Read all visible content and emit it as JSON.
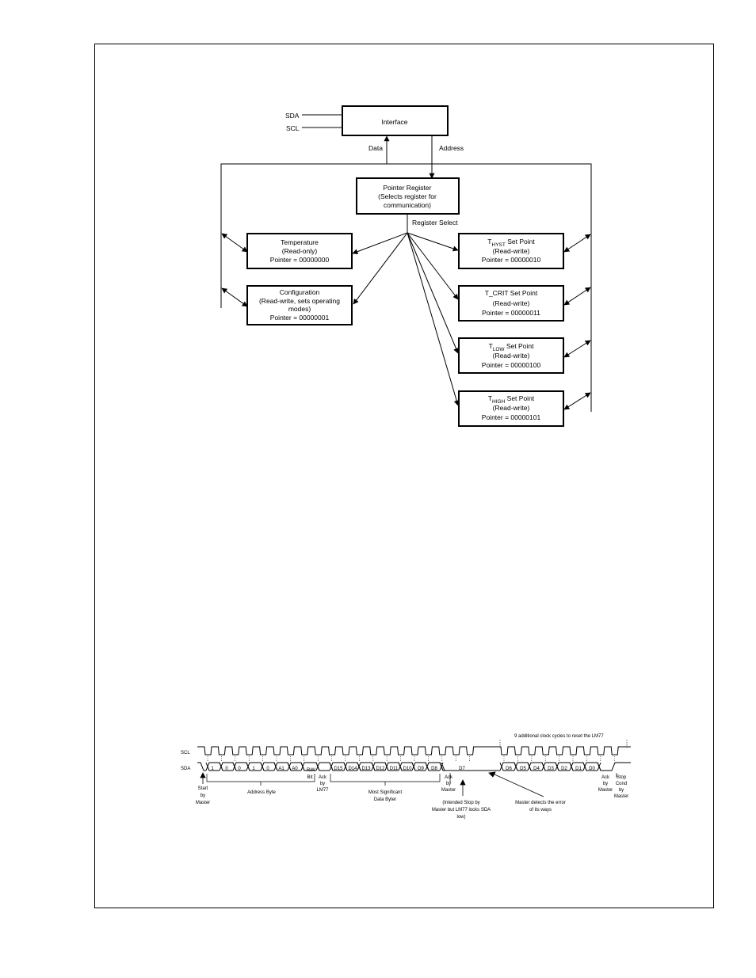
{
  "block_diagram": {
    "pins": {
      "sda": "SDA",
      "scl": "SCL"
    },
    "interface": "Interface",
    "data_label": "Data",
    "address_label": "Address",
    "pointer_register": [
      "Pointer Register",
      "(Selects register for",
      "communication)"
    ],
    "register_select": "Register Select",
    "temperature": [
      "Temperature",
      "(Read-only)",
      "Pointer = 00000000"
    ],
    "configuration": [
      "Configuration",
      "(Read-write, sets operating",
      "modes)",
      "Pointer = 00000001"
    ],
    "thyst": {
      "t": "T",
      "sub": "HYST",
      "rest": " Set Point",
      "line2": "(Read-write)",
      "line3": "Pointer = 00000010"
    },
    "tcrit": [
      "T_CRIT Set Point",
      "(Read-write)",
      "Pointer = 00000011"
    ],
    "tlow": {
      "t": "T",
      "sub": "LOW",
      "rest": " Set Point",
      "line2": "(Read-write)",
      "line3": "Pointer = 00000100"
    },
    "thigh": {
      "t": "T",
      "sub": "HIGH",
      "rest": " Set Point",
      "line2": "(Read-write)",
      "line3": "Pointer = 00000101"
    }
  },
  "timing": {
    "header": "9 additional clock cycles to reset the LM77",
    "scl": "SCL",
    "sda": "SDA",
    "addr_bits": [
      "1",
      "0",
      "0",
      "1",
      "0",
      "A1",
      "A0"
    ],
    "rw": [
      "R/",
      "W",
      "Bit"
    ],
    "data_bits": [
      "D15",
      "D14",
      "D13",
      "D12",
      "D11",
      "D10",
      "D9",
      "D8"
    ],
    "d7": "D7",
    "low_bits": [
      "D6",
      "D5",
      "D4",
      "D3",
      "D2",
      "D1",
      "D0"
    ],
    "start": [
      "Start",
      "by",
      "Master"
    ],
    "address_byte": "Address Byte",
    "ack_lm77": [
      "Ack",
      "by",
      "LM77"
    ],
    "msb": [
      "Most Significant",
      "Data Byter"
    ],
    "ack_master": [
      "Ack",
      "by",
      "Master"
    ],
    "intended_stop": [
      "(Intended Stop by",
      "Master but LM77 locks SDA",
      "low)"
    ],
    "master_detects": [
      "Master detects the error",
      "of its ways"
    ],
    "ack_master2": [
      "Ack",
      "by",
      "Master"
    ],
    "stop": [
      "Stop",
      "Cond",
      "by",
      "Master"
    ]
  }
}
